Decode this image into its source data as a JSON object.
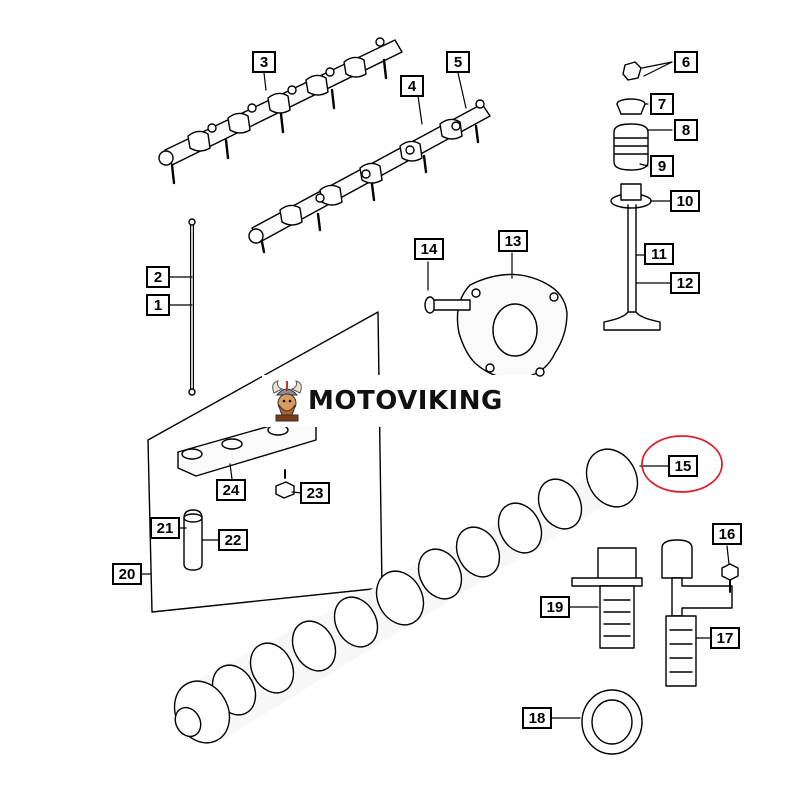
{
  "watermark": {
    "text": "MOTOVIKING"
  },
  "highlight_color": "#d9232e",
  "labels": {
    "l1": "1",
    "l2": "2",
    "l3": "3",
    "l4": "4",
    "l5": "5",
    "l6": "6",
    "l7": "7",
    "l8": "8",
    "l9": "9",
    "l10": "10",
    "l11": "11",
    "l12": "12",
    "l13": "13",
    "l14": "14",
    "l15": "15",
    "l16": "16",
    "l17": "17",
    "l18": "18",
    "l19": "19",
    "l20": "20",
    "l21": "21",
    "l22": "22",
    "l23": "23",
    "l24": "24"
  }
}
